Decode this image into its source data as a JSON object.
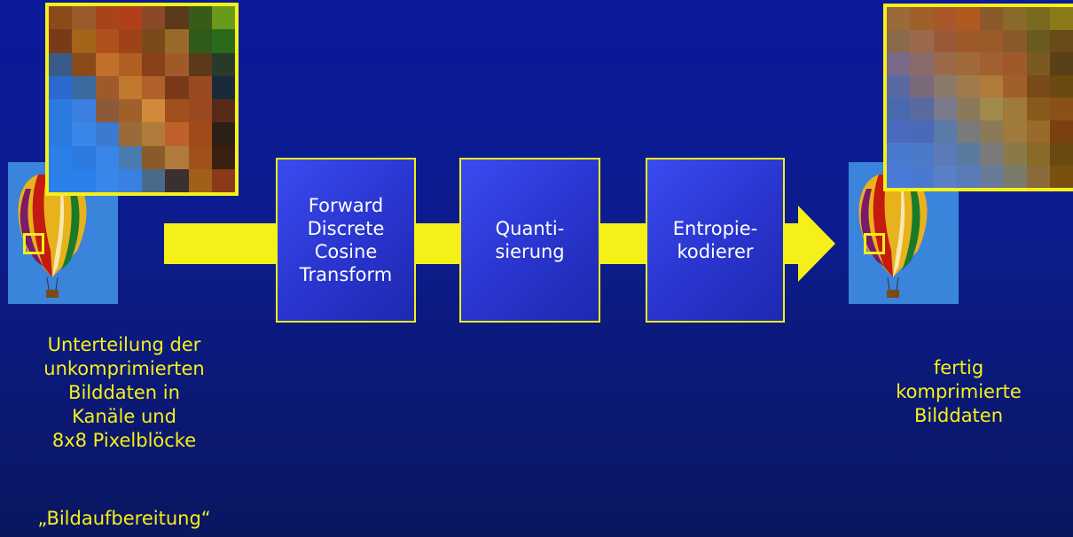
{
  "steps": [
    {
      "label": "Forward\nDiscrete\nCosine\nTransform"
    },
    {
      "label": "Quanti-\nsierung"
    },
    {
      "label": "Entropie-\nkodierer"
    }
  ],
  "input": {
    "caption": "Unterteilung der\nunkomprimierten\nBilddaten in\nKanäle und\n8x8 Pixelblöcke",
    "subcaption": "„Bildaufbereitung“"
  },
  "output": {
    "caption": "fertig\nkomprimierte\nBilddaten"
  },
  "colors": {
    "accent": "#f6f019",
    "background": "#0c1c8c",
    "box_fill": "#2a36d0",
    "text": "#ffffff"
  },
  "block_left": [
    "#8a4a1a",
    "#9a5a2a",
    "#a8441a",
    "#b0401c",
    "#8a4a2a",
    "#5a3a1a",
    "#3a5a1a",
    "#6a9a1a",
    "#7a3a1a",
    "#a4641a",
    "#b0501c",
    "#a04218",
    "#7a4a1a",
    "#9a6a2a",
    "#305a1a",
    "#2a6a1a",
    "#3a5a8a",
    "#8a4a1a",
    "#c0702a",
    "#b06020",
    "#8a4018",
    "#a05a2a",
    "#5a3a18",
    "#2a3a2a",
    "#2a6ad0",
    "#3a6aa0",
    "#a05a2a",
    "#c07a30",
    "#b0602a",
    "#7a3a1a",
    "#9a4a20",
    "#1a2a3a",
    "#2a7ae0",
    "#3a80e0",
    "#8a5a3a",
    "#a0602a",
    "#d08a3a",
    "#a0501a",
    "#9a4820",
    "#5a2a18",
    "#2a7ae0",
    "#3a86e8",
    "#3a7ad0",
    "#9a6a3a",
    "#b07a3a",
    "#c0602a",
    "#a04a1a",
    "#2a2018",
    "#2a80e8",
    "#2a7ae0",
    "#3a86e8",
    "#4a7ab0",
    "#8a5a2a",
    "#b07a3a",
    "#a0501a",
    "#3a2010",
    "#2a80e8",
    "#2a80e8",
    "#3a86e8",
    "#3a80e0",
    "#4a6a8a",
    "#3a3030",
    "#a0601a",
    "#8a3a18"
  ],
  "block_right": [
    "#9a6a3a",
    "#a0602a",
    "#a8582a",
    "#b05a20",
    "#8a5a2a",
    "#8a6a2a",
    "#7a6a20",
    "#8a7a1a",
    "#8a6a4a",
    "#9a6a4a",
    "#9a5a3a",
    "#a05a2a",
    "#9a5a2a",
    "#8a5a2a",
    "#6a5a20",
    "#6a4a18",
    "#7a6a8a",
    "#8a6a6a",
    "#9a6a4a",
    "#a06a3a",
    "#a06030",
    "#a05a2a",
    "#7a5a20",
    "#5a4018",
    "#5a6aa0",
    "#7a6a7a",
    "#8a7a6a",
    "#a07a4a",
    "#b07a3a",
    "#a0602a",
    "#7a4a1a",
    "#6a4a10",
    "#4a6ab0",
    "#5a6aa0",
    "#7a7a8a",
    "#8a7a5a",
    "#a08a4a",
    "#a07a3a",
    "#8a5a1a",
    "#8a5018",
    "#4a6ac0",
    "#4a6ab8",
    "#5a7aaa",
    "#7a7a7a",
    "#8a7a5a",
    "#a07a3a",
    "#9a6a2a",
    "#7a4010",
    "#4a7ad0",
    "#4a7ac8",
    "#5a7ab8",
    "#5a7aa0",
    "#7a7a7a",
    "#8a7a4a",
    "#8a6a2a",
    "#6a4a10",
    "#4a7ad8",
    "#4a7ad0",
    "#5a80c8",
    "#5a7ab8",
    "#6a7a9a",
    "#7a7a6a",
    "#8a6a3a",
    "#7a5010"
  ]
}
